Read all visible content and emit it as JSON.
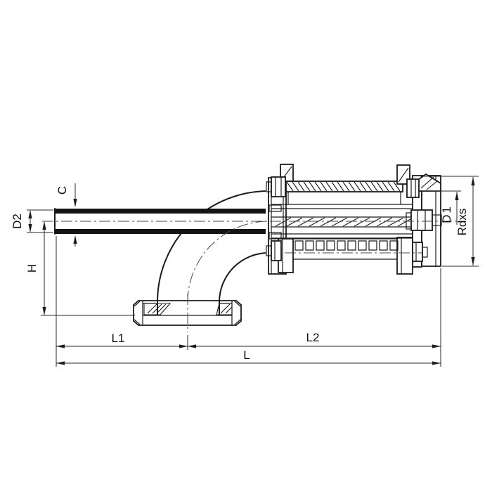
{
  "figure": {
    "kind": "technical-dimension-drawing",
    "background_color": "#ffffff",
    "line_color": "#1b1b1b",
    "dims": {
      "c": "C",
      "d2": "D2",
      "h": "H",
      "l1": "L1",
      "l2": "L2",
      "l": "L",
      "d1": "D1",
      "rdxs": "Rdxs"
    }
  }
}
